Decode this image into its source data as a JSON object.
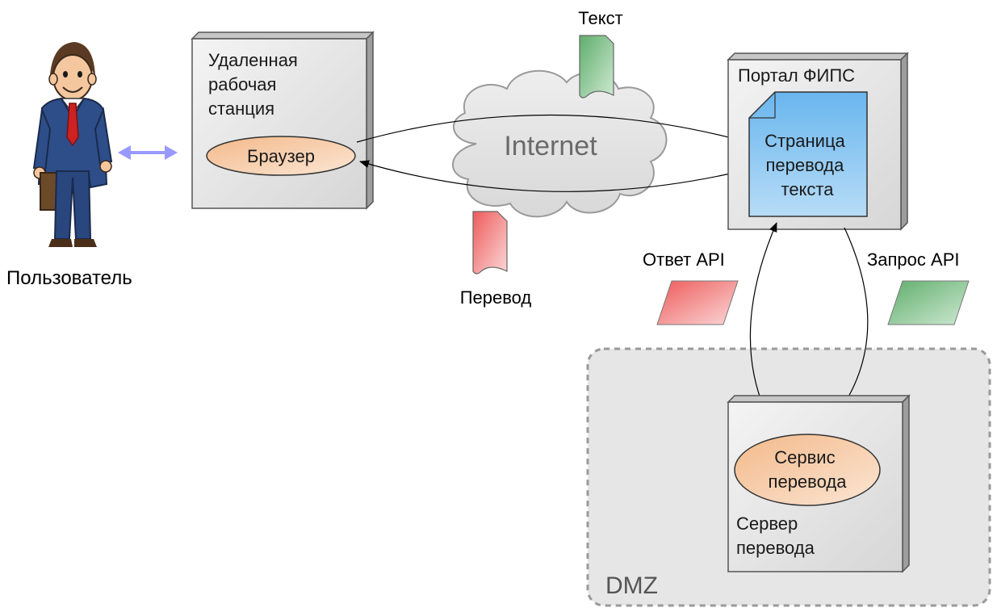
{
  "nodes": {
    "user": {
      "label": "Пользователь"
    },
    "workstation": {
      "title_lines": [
        "Удаленная",
        "рабочая",
        "станция"
      ]
    },
    "browser": {
      "label": "Браузер"
    },
    "internet": {
      "label": "Internet"
    },
    "portal": {
      "title": "Портал ФИПС"
    },
    "translation_page": {
      "lines": [
        "Страница",
        "перевода",
        "текста"
      ]
    },
    "dmz": {
      "label": "DMZ"
    },
    "server": {
      "title_lines": [
        "Сервер",
        "перевода"
      ]
    },
    "service": {
      "lines": [
        "Сервис",
        "перевода"
      ]
    }
  },
  "documents": {
    "text": {
      "label": "Текст",
      "color": "#7fc28a"
    },
    "translation": {
      "label": "Перевод",
      "color": "#f07878"
    }
  },
  "messages": {
    "api_response": {
      "label": "Ответ API",
      "color": "#f07878"
    },
    "api_request": {
      "label": "Запрос API",
      "color": "#7fc28a"
    }
  },
  "colors": {
    "box_fill": "#e4e4e4",
    "oval_fill": "#f6c9a0",
    "page_fill": "#8ccaf2",
    "dmz_fill": "#e6e6e6",
    "user_arrow": "#9999ff"
  }
}
